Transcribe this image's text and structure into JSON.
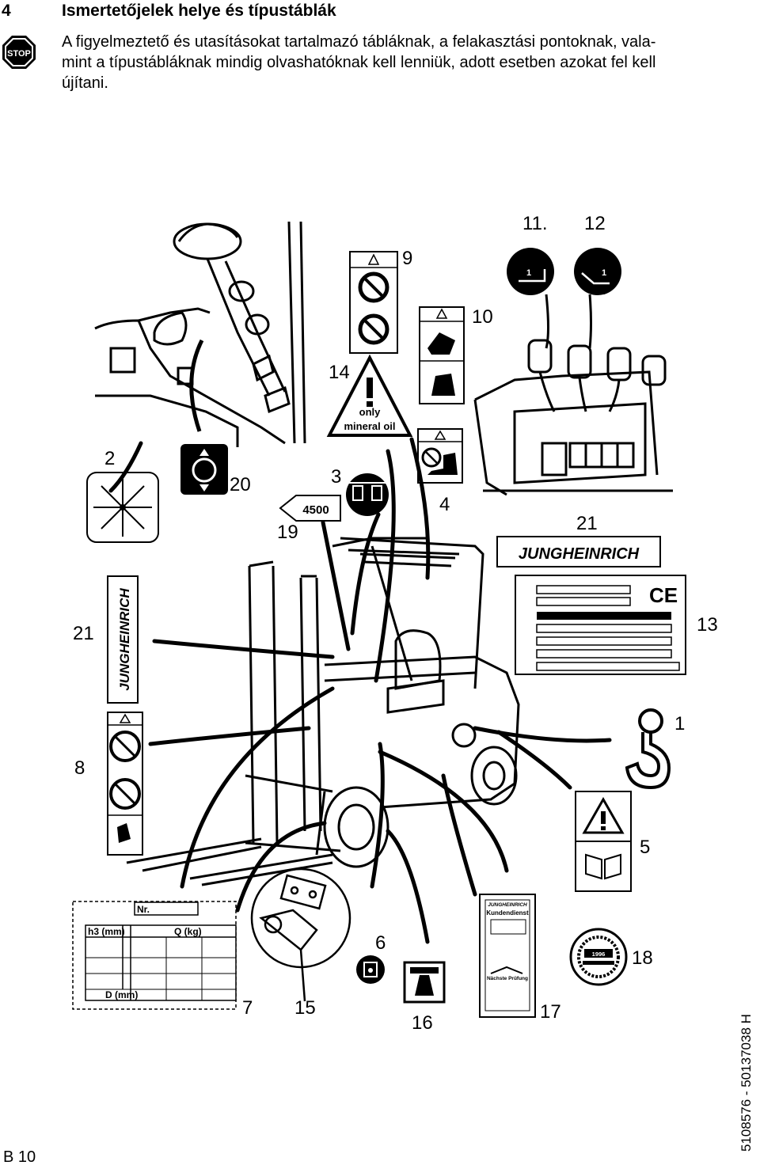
{
  "header": {
    "section_number": "4",
    "title": "Ismertetőjelek helye és típustáblák"
  },
  "intro": {
    "stop_icon_text": "STOP",
    "lines": [
      "A figyelmeztető és utasításokat tartalmazó tábláknak, a felakasztási pontoknak, vala-",
      "mint a típustábláknak mindig olvashatóknak kell lenniük, adott esetben azokat fel kell",
      "újítani."
    ]
  },
  "figure": {
    "callouts": {
      "n1": "1",
      "n2": "2",
      "n3": "3",
      "n4": "4",
      "n5": "5",
      "n6": "6",
      "n7": "7",
      "n8": "8",
      "n9": "9",
      "n10": "10",
      "n11": "11.",
      "n12": "12",
      "n13": "13",
      "n14": "14",
      "n15": "15",
      "n16": "16",
      "n17": "17",
      "n18": "18",
      "n19": "19",
      "n20": "20",
      "n21a": "21",
      "n21b": "21"
    },
    "sign_texts": {
      "oil_line1": "only",
      "oil_line2": "mineral oil",
      "capacity": "4500",
      "brand": "JUNGHEINRICH",
      "load_nr": "Nr.",
      "load_h3": "h3 (mm)",
      "load_q": "Q (kg)",
      "load_d": "D (mm)",
      "service_brand": "JUNGHEINRICH",
      "service_title": "Kundendienst",
      "service_next": "Nächste Prüfung",
      "inspection_year": "1996",
      "lever_1": "1",
      "lever_2": "1"
    }
  },
  "footer": {
    "page_label": "B 10",
    "doc_code": "5108576 - 50137038 H"
  }
}
